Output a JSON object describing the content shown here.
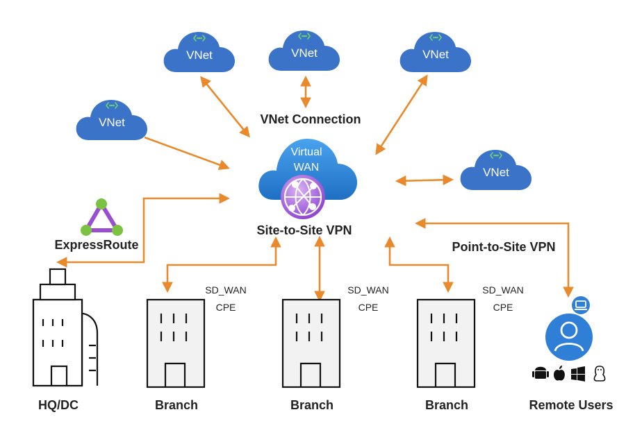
{
  "vnets": [
    {
      "label": "VNet"
    },
    {
      "label": "VNet"
    },
    {
      "label": "VNet"
    },
    {
      "label": "VNet"
    },
    {
      "label": "VNet"
    }
  ],
  "hub": {
    "line1": "Virtual",
    "line2": "WAN"
  },
  "labels": {
    "vnet_connection": "VNet Connection",
    "site_to_site": "Site-to-Site VPN",
    "point_to_site": "Point-to-Site VPN",
    "expressroute": "ExpressRoute",
    "hq": "HQ/DC",
    "remote_users": "Remote Users"
  },
  "branches": [
    {
      "label": "Branch",
      "sdwan": "SD_WAN",
      "cpe": "CPE"
    },
    {
      "label": "Branch",
      "sdwan": "SD_WAN",
      "cpe": "CPE"
    },
    {
      "label": "Branch",
      "sdwan": "SD_WAN",
      "cpe": "CPE"
    }
  ],
  "colors": {
    "arrow": "#e8892b",
    "cloud": "#3b73c8",
    "hub_cloud": "#2f86d6",
    "expressroute": "#9b4dd0",
    "user_circle": "#2f7fd6"
  },
  "os_icons": [
    "android-icon",
    "apple-icon",
    "windows-icon",
    "linux-icon"
  ]
}
